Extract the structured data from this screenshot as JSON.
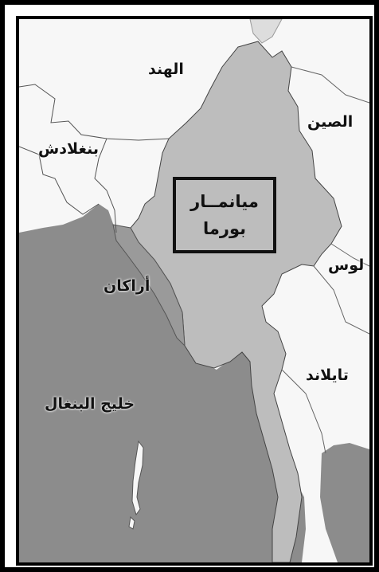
{
  "labels": {
    "india": "الهند",
    "china": "الصين",
    "bangladesh": "بنغلادش",
    "laos": "لوس",
    "thailand": "تايلاند",
    "arakan": "أراكان",
    "bay_of_bengal": "خليج البنغال",
    "myanmar_line1": "ميانمــار",
    "myanmar_line2": "بورما"
  },
  "colors": {
    "sea": "#8c8c8c",
    "myanmar": "#bdbdbd",
    "neighbors": "#f7f7f7",
    "arakan": "#9a9a9a",
    "border": "#444444"
  }
}
